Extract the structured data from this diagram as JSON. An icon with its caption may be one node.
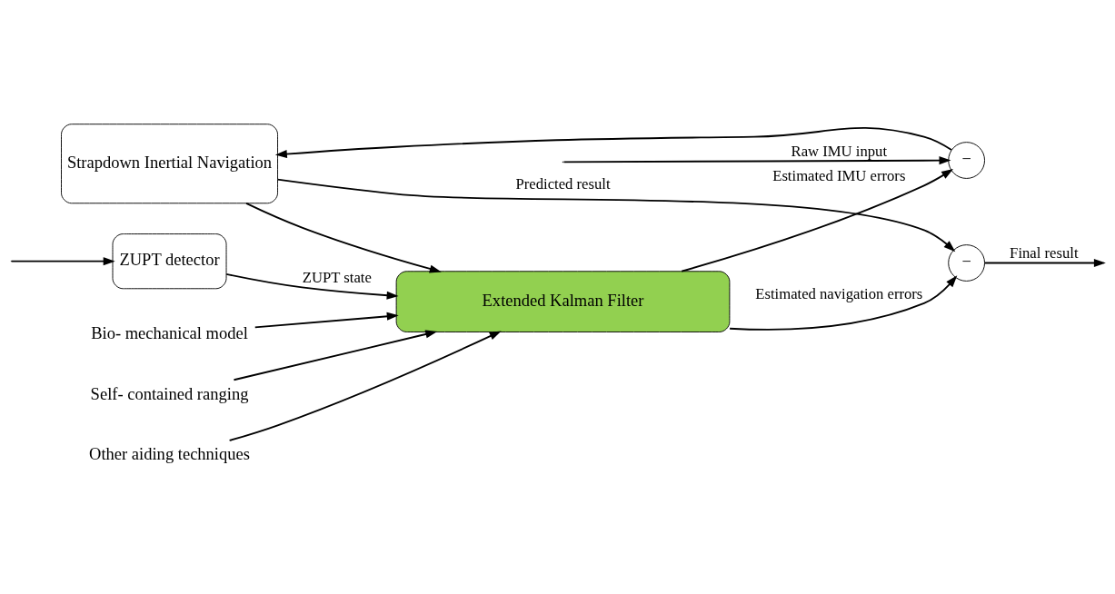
{
  "diagram": {
    "nodes": [
      {
        "text": [
          "Strapdown Inertial Navigation"
        ]
      },
      {
        "text": [
          "Extended Kalman Filter"
        ]
      },
      {
        "text": [
          "ZUPT detector"
        ]
      },
      {
        "text": [
          "−"
        ]
      },
      {
        "text": [
          "−"
        ]
      },
      {
        "text": [
          "Bio- mechanical model"
        ]
      },
      {
        "text": [
          "Self- contained ranging"
        ]
      },
      {
        "text": [
          "Other aiding techniques"
        ]
      }
    ],
    "edges": [
      {
        "from": null,
        "to": 3,
        "arrow": "to",
        "label": "Raw IMU input"
      },
      {
        "from": null,
        "to": 2,
        "arrow": "to"
      },
      {
        "from": 3,
        "to": 0,
        "arrow": "to"
      },
      {
        "from": 0,
        "to": 4,
        "arrow": "to",
        "label": "Predicted result"
      },
      {
        "from": 0,
        "to": 1,
        "arrow": "to"
      },
      {
        "from": 4,
        "to": null,
        "arrow": "to",
        "label": "Final result"
      },
      {
        "from": 1,
        "to": 3,
        "arrow": "to",
        "label": "Estimated IMU errors"
      },
      {
        "from": 1,
        "to": 4,
        "arrow": "to",
        "label": "Estimated navigation errors"
      },
      {
        "from": 2,
        "to": 1,
        "arrow": "to",
        "label": "ZUPT state"
      },
      {
        "from": 5,
        "to": 1,
        "arrow": "to"
      },
      {
        "from": 6,
        "to": 1,
        "arrow": "to"
      },
      {
        "from": 7,
        "to": 1,
        "arrow": "to"
      }
    ]
  }
}
